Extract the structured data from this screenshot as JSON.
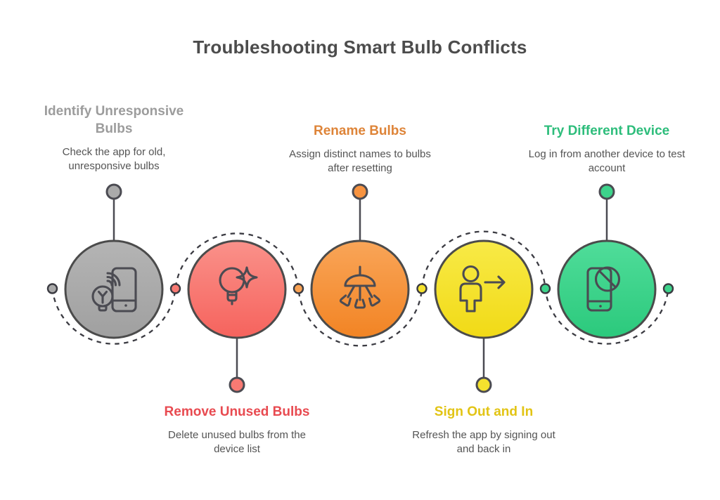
{
  "title": "Troubleshooting Smart Bulb Conflicts",
  "steps": [
    {
      "label": "Identify Unresponsive Bulbs",
      "description": "Check the app for old, unresponsive bulbs",
      "text_position": "top",
      "title_color": "#9c9c9c",
      "circle_fill": "#aaaaaa",
      "icon": "phone-wifi-bulb-icon"
    },
    {
      "label": "Remove Unused Bulbs",
      "description": "Delete unused bulbs from the device list",
      "text_position": "bottom",
      "title_color": "#e84a50",
      "circle_fill": "#f87a73",
      "icon": "bulb-sparkle-icon"
    },
    {
      "label": "Rename Bulbs",
      "description": "Assign distinct names to bulbs after resetting",
      "text_position": "top",
      "title_color": "#de8438",
      "circle_fill": "#f79340",
      "icon": "ceiling-lamp-icon"
    },
    {
      "label": "Sign Out and In",
      "description": "Refresh the app by signing out and back in",
      "text_position": "bottom",
      "title_color": "#e2c414",
      "circle_fill": "#f5e22e",
      "icon": "person-signout-arrow-icon"
    },
    {
      "label": "Try Different Device",
      "description": "Log in from another device to test account",
      "text_position": "top",
      "title_color": "#2dbd7b",
      "circle_fill": "#3dd38b",
      "icon": "phone-blocked-icon"
    }
  ],
  "connector": {
    "line_color": "#3b3b42",
    "dot_colors": [
      "#aaaaaa",
      "#f87a73",
      "#f9a254",
      "#f5e22e",
      "#3dd38b",
      "#3dd38b"
    ]
  },
  "colors": {
    "background": "#ffffff",
    "outline": "#4b4b52",
    "title_text": "#4c4c4c",
    "description_text": "#545454"
  }
}
